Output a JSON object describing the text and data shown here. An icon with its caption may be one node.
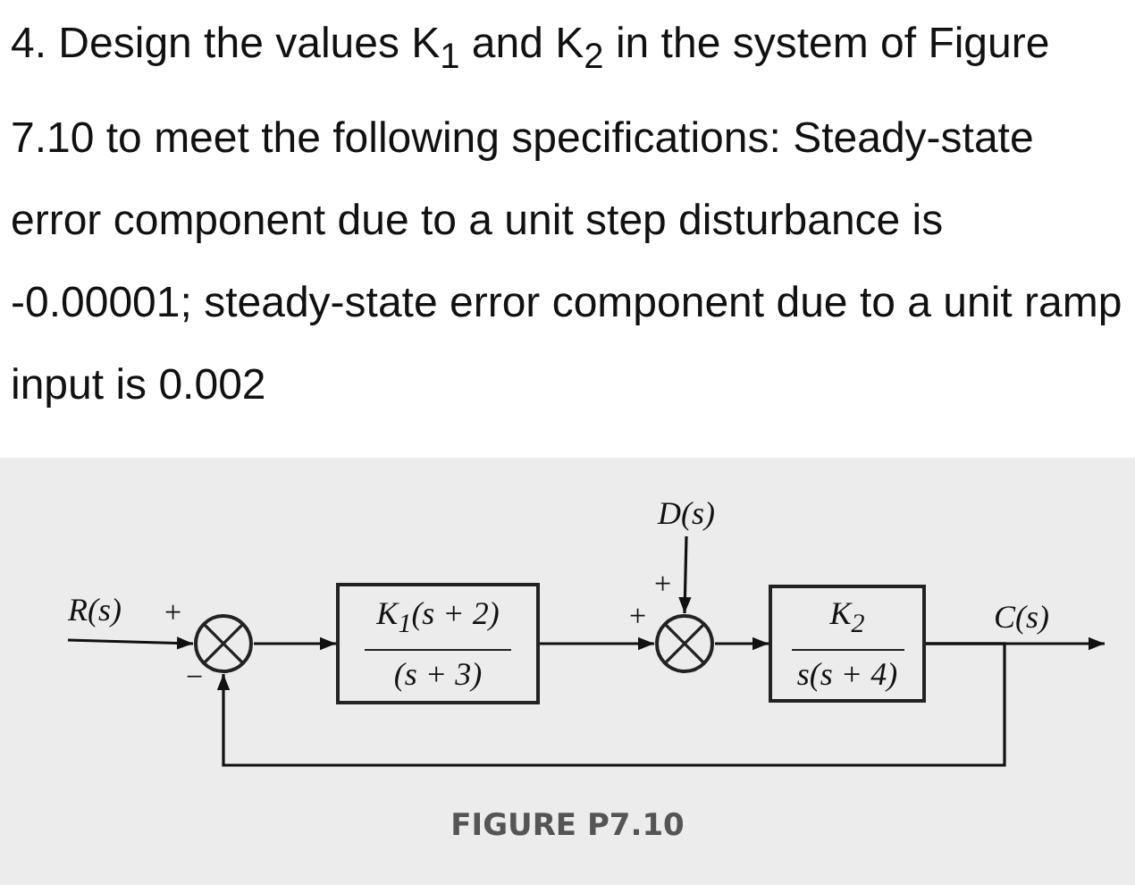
{
  "diagram": {
    "title": "4. Design the values K$_{1}$ and K$_{2}$ in the system of Figure 7.10 to meet the following specifications: Steady-state error component due to a unit step disturbance is -0.00001; steady-state error component due to a unit ramp input is 0.002",
    "caption": "FIGURE P7.10",
    "nodes": [
      {
        "text": [
          "R(s)"
        ]
      },
      {
        "text": [],
        "shape": "circle"
      },
      {
        "text": [
          "K$_{1}$(s + 2)",
          "(s + 3)"
        ]
      },
      {
        "text": [
          "D(s)"
        ]
      },
      {
        "text": [],
        "shape": "circle"
      },
      {
        "text": [
          "K$_{2}$",
          "s(s + 4)"
        ]
      },
      {
        "text": [
          "C(s)"
        ]
      }
    ],
    "edges": [
      {
        "from": 0,
        "to": 1,
        "arrow": "to"
      },
      {
        "from": 1,
        "to": 2,
        "arrow": "to"
      },
      {
        "from": 2,
        "to": 4,
        "arrow": "to"
      },
      {
        "from": 3,
        "to": 4,
        "arrow": "to"
      },
      {
        "from": 4,
        "to": 5,
        "arrow": "to"
      },
      {
        "from": 5,
        "to": 6,
        "arrow": "to"
      },
      {
        "from": 5,
        "to": 1,
        "arrow": "to"
      }
    ],
    "labels": [
      "+",
      "−",
      "+",
      "+"
    ]
  }
}
